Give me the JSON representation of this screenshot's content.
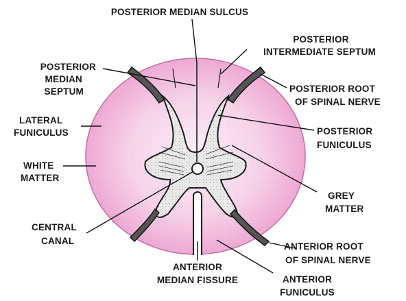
{
  "labels": {
    "posterior_median_sulcus": "POSTERIOR MEDIAN SULCUS",
    "posterior_intermediate_septum": [
      "POSTERIOR",
      "INTERMEDIATE SEPTUM"
    ],
    "posterior_median_septum": [
      "POSTERIOR",
      "MEDIAN",
      "SEPTUM"
    ],
    "posterior_root": [
      "POSTERIOR ROOT",
      "OF SPINAL NERVE"
    ],
    "lateral_funiculus": [
      "LATERAL",
      "FUNICULUS"
    ],
    "posterior_funiculus": [
      "POSTERIOR",
      "FUNICULUS"
    ],
    "white_matter": [
      "WHITE",
      "MATTER"
    ],
    "grey_matter": [
      "GREY",
      "MATTER"
    ],
    "central_canal": [
      "CENTRAL",
      "CANAL"
    ],
    "anterior_root": [
      "ANTERIOR ROOT",
      "OF SPINAL NERVE"
    ],
    "anterior_median_fissure": [
      "ANTERIOR",
      "MEDIAN FISSURE"
    ],
    "anterior_funiculus": [
      "ANTERIOR",
      "FUNICULUS"
    ]
  },
  "colors": {
    "white_matter_fill": "#f4b8dd",
    "white_matter_light": "#fbe6f3",
    "grey_matter_fill": "#e9e9e9",
    "outline": "#1a1a1a"
  }
}
